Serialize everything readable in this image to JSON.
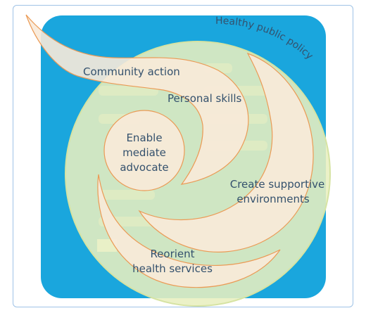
{
  "diagram": {
    "outer_label": "Healthy public policy",
    "labels": {
      "community_action": "Community action",
      "personal_skills": "Personal skills",
      "center_line1": "Enable",
      "center_line2": "mediate",
      "center_line3": "advocate",
      "supportive_line1": "Create supportive",
      "supportive_line2": "environments",
      "reorient_line1": "Reorient",
      "reorient_line2": "health services"
    },
    "colors": {
      "background_panel": "#1aa6dd",
      "circle_fill": "#e8efbf",
      "circle_stroke": "#d6e3a3",
      "swirl_fill": "#f8ead9",
      "swirl_stroke": "#eb9a55",
      "text": "#34516d",
      "frame_border": "#9fc3e6"
    }
  }
}
